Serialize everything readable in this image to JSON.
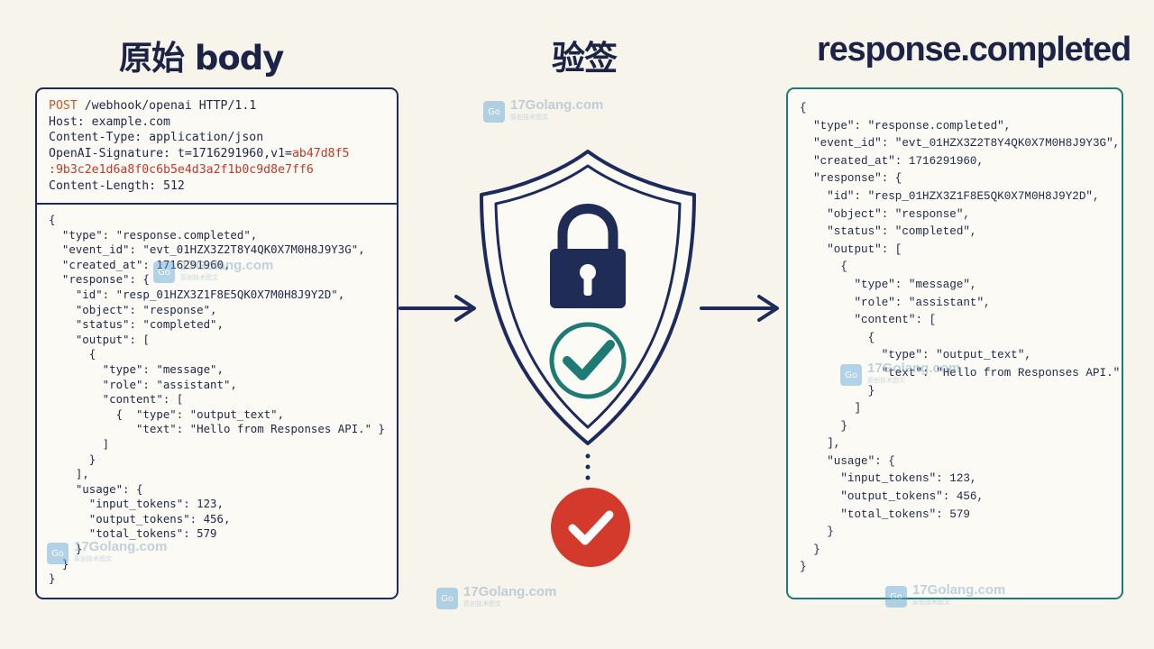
{
  "titles": {
    "left": "原始 body",
    "middle": "验签",
    "right": "response.completed"
  },
  "http_headers": {
    "line1_method": "POST",
    "line1_rest": " /webhook/openai HTTP/1.1",
    "line2": "Host: example.com",
    "line3": "Content-Type: application/json",
    "line4_prefix": "OpenAI-Signature: t=1716291960,v1=",
    "line4_sig_part1": "ab47d8f5",
    "line5_sig_part2": ":9b3c2e1d6a8f0c6b5e4d3a2f1b0c9d8e7ff6",
    "line6": "Content-Length: 512"
  },
  "raw_body": "{\n  \"type\": \"response.completed\",\n  \"event_id\": \"evt_01HZX3Z2T8Y4QK0X7M0H8J9Y3G\",\n  \"created_at\": 1716291960,\n  \"response\": {\n    \"id\": \"resp_01HZX3Z1F8E5QK0X7M0H8J9Y2D\",\n    \"object\": \"response\",\n    \"status\": \"completed\",\n    \"output\": [\n      {\n        \"type\": \"message\",\n        \"role\": \"assistant\",\n        \"content\": [\n          {  \"type\": \"output_text\",\n             \"text\": \"Hello from Responses API.\" }\n        ]\n      }\n    ],\n    \"usage\": {\n      \"input_tokens\": 123,\n      \"output_tokens\": 456,\n      \"total_tokens\": 579\n    }\n  }\n}",
  "parsed_event": "{\n  \"type\": \"response.completed\",\n  \"event_id\": \"evt_01HZX3Z2T8Y4QK0X7M0H8J9Y3G\",\n  \"created_at\": 1716291960,\n  \"response\": {\n    \"id\": \"resp_01HZX3Z1F8E5QK0X7M0H8J9Y2D\",\n    \"object\": \"response\",\n    \"status\": \"completed\",\n    \"output\": [\n      {\n        \"type\": \"message\",\n        \"role\": \"assistant\",\n        \"content\": [\n          {\n            \"type\": \"output_text\",\n            \"text\": \"Hello from Responses API.\"\n          }\n        ]\n      }\n    ],\n    \"usage\": {\n      \"input_tokens\": 123,\n      \"output_tokens\": 456,\n      \"total_tokens\": 579\n    }\n  }\n}",
  "watermark": {
    "text": "17Golang.com",
    "sub": "原创技术图文"
  },
  "icons": {
    "verify": "shield-lock-icon",
    "check": "checkmark-circle-icon",
    "badge": "verified-badge-icon"
  },
  "colors": {
    "navy": "#1c2a5e",
    "teal": "#1d7a74",
    "red": "#d33a2c",
    "orange": "#d4521f"
  }
}
